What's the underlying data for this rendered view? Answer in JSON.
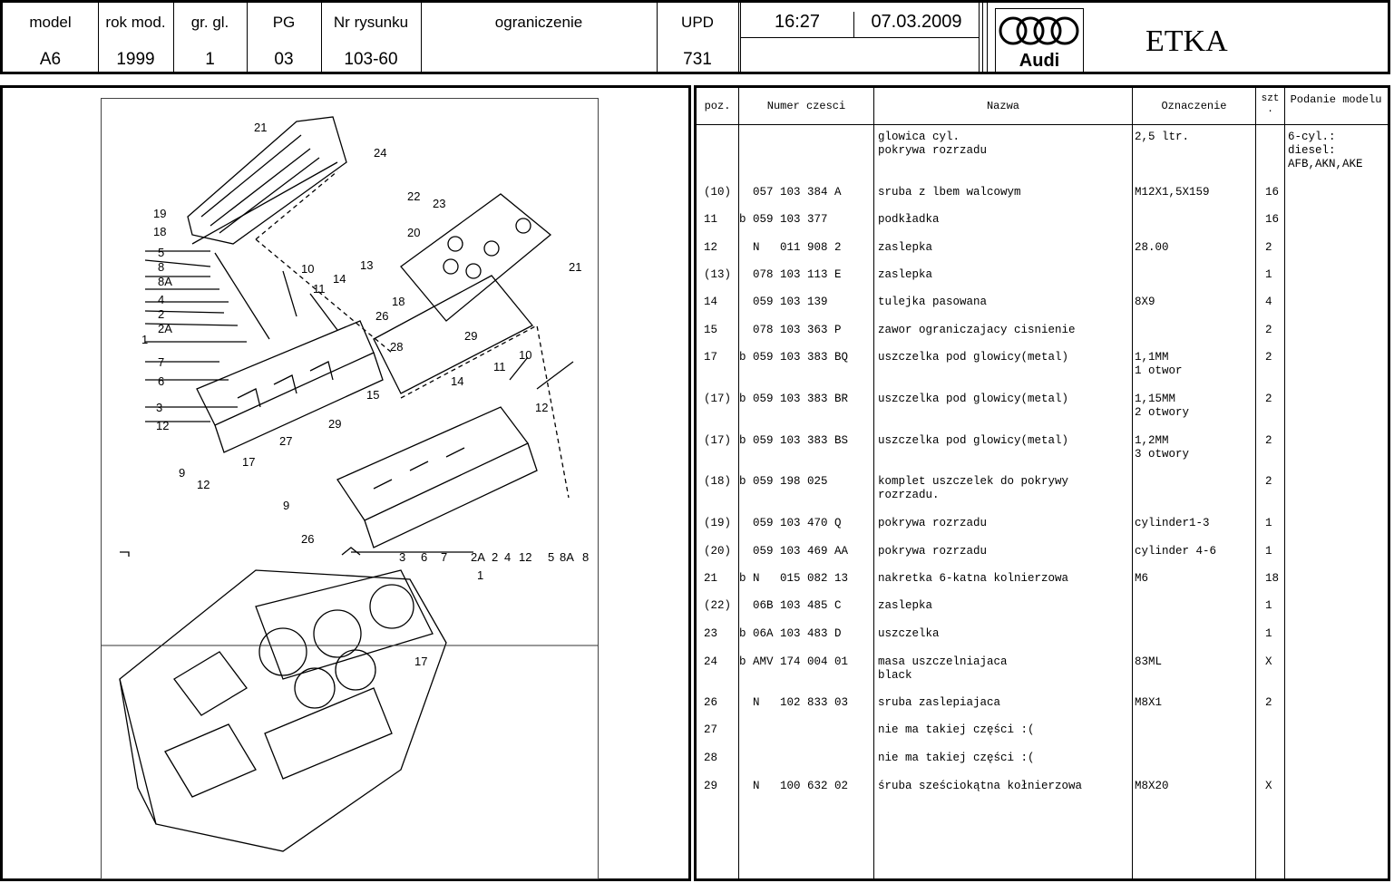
{
  "header": {
    "cols": [
      {
        "label": "model",
        "value": "A6"
      },
      {
        "label": "rok mod.",
        "value": "1999"
      },
      {
        "label": "gr. gl.",
        "value": "1"
      },
      {
        "label": "PG",
        "value": "03"
      },
      {
        "label": "Nr rysunku",
        "value": "103-60"
      },
      {
        "label": "ograniczenie",
        "value": ""
      },
      {
        "label": "UPD",
        "value": "731"
      }
    ],
    "time": "16:27",
    "date": "07.03.2009",
    "brand": "Audi",
    "app": "ETKA"
  },
  "table": {
    "headers": {
      "poz": "poz.",
      "numer": "Numer czesci",
      "nazwa": "Nazwa",
      "oznaczenie": "Oznaczenie",
      "szt": "szt .",
      "podanie": "Podanie modelu"
    },
    "rows": [
      {
        "poz": "",
        "flag": "",
        "numer": "",
        "nazwa": "glowica cyl.\npokrywa rozrzadu",
        "ozn": "2,5 ltr.",
        "szt": "",
        "model": "6-cyl.:\ndiesel:\nAFB,AKN,AKE"
      },
      {
        "poz": "(10)",
        "flag": "",
        "numer": "057 103 384 A",
        "nazwa": "sruba z lbem walcowym",
        "ozn": "M12X1,5X159",
        "szt": "16",
        "model": ""
      },
      {
        "poz": "11",
        "flag": "b",
        "numer": "059 103 377",
        "nazwa": "podkładka",
        "ozn": "",
        "szt": "16",
        "model": ""
      },
      {
        "poz": "12",
        "flag": "",
        "numer": "N   011 908 2",
        "nazwa": "zaslepka",
        "ozn": "28.00",
        "szt": "2",
        "model": ""
      },
      {
        "poz": "(13)",
        "flag": "",
        "numer": "078 103 113 E",
        "nazwa": "zaslepka",
        "ozn": "",
        "szt": "1",
        "model": ""
      },
      {
        "poz": "14",
        "flag": "",
        "numer": "059 103 139",
        "nazwa": "tulejka pasowana",
        "ozn": "8X9",
        "szt": "4",
        "model": ""
      },
      {
        "poz": "15",
        "flag": "",
        "numer": "078 103 363 P",
        "nazwa": "zawor ograniczajacy cisnienie",
        "ozn": "",
        "szt": "2",
        "model": ""
      },
      {
        "poz": "17",
        "flag": "b",
        "numer": "059 103 383 BQ",
        "nazwa": "uszczelka pod glowicy(metal)",
        "ozn": "1,1MM\n1 otwor",
        "szt": "2",
        "model": ""
      },
      {
        "poz": "(17)",
        "flag": "b",
        "numer": "059 103 383 BR",
        "nazwa": "uszczelka pod glowicy(metal)",
        "ozn": "1,15MM\n2 otwory",
        "szt": "2",
        "model": ""
      },
      {
        "poz": "(17)",
        "flag": "b",
        "numer": "059 103 383 BS",
        "nazwa": "uszczelka pod glowicy(metal)",
        "ozn": "1,2MM\n3 otwory",
        "szt": "2",
        "model": ""
      },
      {
        "poz": "(18)",
        "flag": "b",
        "numer": "059 198 025",
        "nazwa": "komplet uszczelek do pokrywy\nrozrzadu.",
        "ozn": "",
        "szt": "2",
        "model": ""
      },
      {
        "poz": "(19)",
        "flag": "",
        "numer": "059 103 470 Q",
        "nazwa": "pokrywa rozrzadu",
        "ozn": "cylinder1-3",
        "szt": "1",
        "model": ""
      },
      {
        "poz": "(20)",
        "flag": "",
        "numer": "059 103 469 AA",
        "nazwa": "pokrywa rozrzadu",
        "ozn": "cylinder 4-6",
        "szt": "1",
        "model": ""
      },
      {
        "poz": "21",
        "flag": "b",
        "numer": "N   015 082 13",
        "nazwa": "nakretka 6-katna kolnierzowa",
        "ozn": "M6",
        "szt": "18",
        "model": ""
      },
      {
        "poz": "(22)",
        "flag": "",
        "numer": "06B 103 485 C",
        "nazwa": "zaslepka",
        "ozn": "",
        "szt": "1",
        "model": ""
      },
      {
        "poz": "23",
        "flag": "b",
        "numer": "06A 103 483 D",
        "nazwa": "uszczelka",
        "ozn": "",
        "szt": "1",
        "model": ""
      },
      {
        "poz": "24",
        "flag": "b",
        "numer": "AMV 174 004 01",
        "nazwa": "masa uszczelniajaca\nblack",
        "ozn": "83ML",
        "szt": "X",
        "model": ""
      },
      {
        "poz": "26",
        "flag": "",
        "numer": "N   102 833 03",
        "nazwa": "sruba zaslepiajaca",
        "ozn": "M8X1",
        "szt": "2",
        "model": ""
      },
      {
        "poz": "27",
        "flag": "",
        "numer": "",
        "nazwa": "nie ma takiej części :(",
        "ozn": "",
        "szt": "",
        "model": ""
      },
      {
        "poz": "28",
        "flag": "",
        "numer": "",
        "nazwa": "nie ma takiej części :(",
        "ozn": "",
        "szt": "",
        "model": ""
      },
      {
        "poz": "29",
        "flag": "",
        "numer": "N   100 632 02",
        "nazwa": "śruba sześciokątna kołnierzowa",
        "ozn": "M8X20",
        "szt": "X",
        "model": ""
      }
    ]
  },
  "drawing": {
    "callouts": [
      "21",
      "24",
      "22",
      "23",
      "19",
      "18",
      "20",
      "5",
      "8",
      "8A",
      "10",
      "13",
      "14",
      "11",
      "18",
      "26",
      "21",
      "4",
      "2",
      "2A",
      "1",
      "7",
      "6",
      "28",
      "29",
      "10",
      "14",
      "11",
      "15",
      "12",
      "3",
      "12",
      "27",
      "29",
      "17",
      "9",
      "12",
      "9",
      "26",
      "3",
      "6",
      "7",
      "2A",
      "2",
      "4",
      "12",
      "5",
      "8A",
      "8",
      "1",
      "17"
    ]
  }
}
